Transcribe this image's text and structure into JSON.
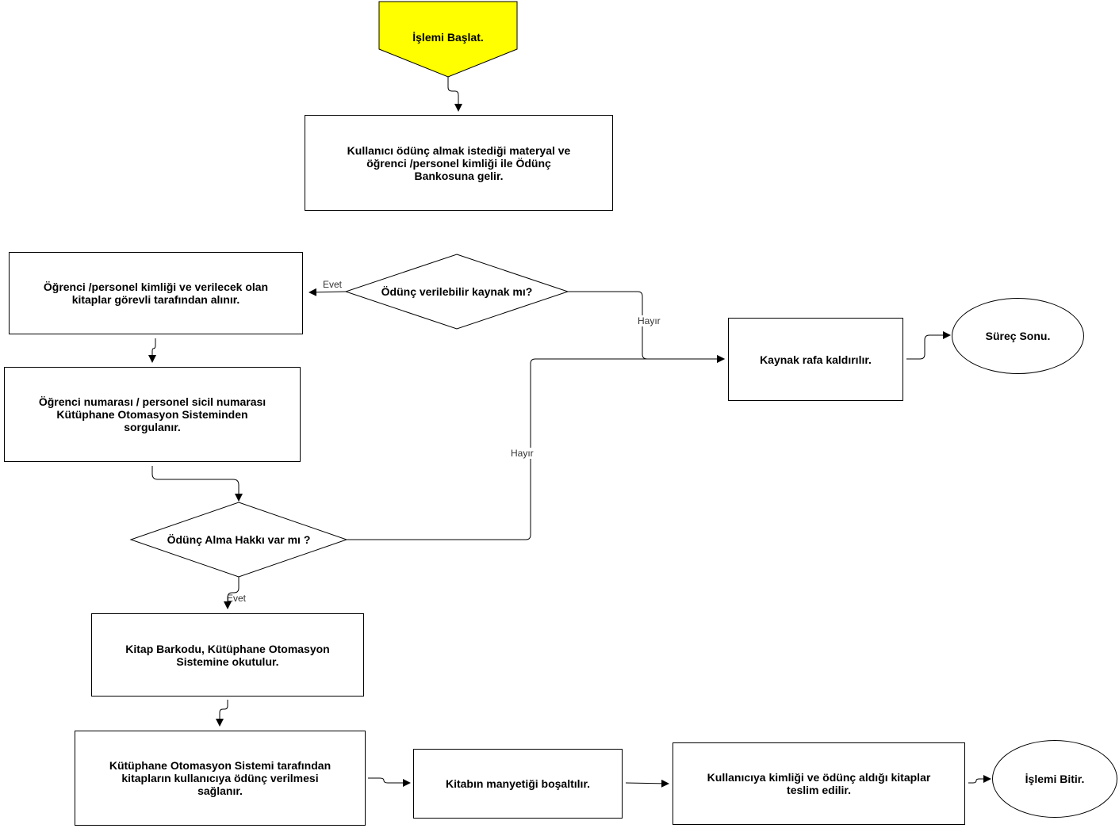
{
  "nodes": {
    "start": "İşlemi Başlat.",
    "arrive": "Kullanıcı ödünç almak istediği materyal ve öğrenci /personel kimliği ile Ödünç Bankosuna gelir.",
    "decision_resource": "Ödünç verilebilir kaynak mı?",
    "take_id": "Öğrenci /personel kimliği ve verilecek olan kitaplar görevli tarafından alınır.",
    "query": "Öğrenci numarası / personel sicil numarası Kütüphane Otomasyon Sisteminden sorgulanır.",
    "decision_right": "Ödünç Alma Hakkı var mı ?",
    "shelve": "Kaynak rafa kaldırılır.",
    "process_end": "Süreç Sonu.",
    "barcode": "Kitap Barkodu, Kütüphane Otomasyon Sistemine okutulur.",
    "lend": "Kütüphane Otomasyon Sistemi tarafından kitapların kullanıcıya ödünç verilmesi sağlanır.",
    "demagnetize": "Kitabın manyetiği boşaltılır.",
    "deliver": "Kullanıcıya kimliği ve ödünç aldığı kitaplar teslim edilir.",
    "finish": "İşlemi Bitir."
  },
  "edge_labels": {
    "yes_1": "Evet",
    "no_1": "Hayır",
    "no_2": "Hayır",
    "yes_2": "Evet"
  },
  "colors": {
    "start_fill": "#ffff00",
    "stroke": "#000000"
  }
}
